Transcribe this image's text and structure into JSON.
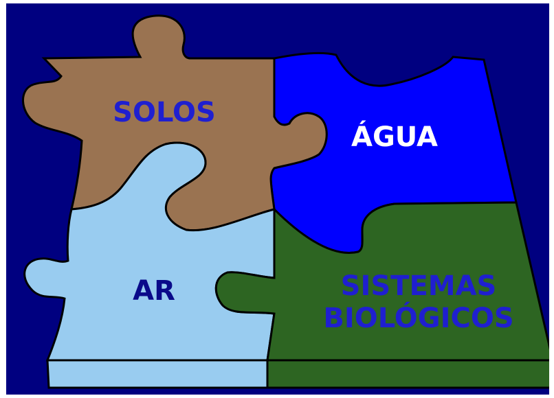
{
  "colors": {
    "background": "#000080",
    "solos": "#9a7351",
    "agua": "#0000ff",
    "ar": "#99ccf0",
    "sistemas": "#2d6522",
    "outline": "#000000",
    "label_dark": "#1f1fd0",
    "label_navy": "#0a0a8a",
    "label_light": "#ffffff"
  },
  "pieces": {
    "solos": {
      "label": "SOLOS"
    },
    "agua": {
      "label": "ÁGUA"
    },
    "ar": {
      "label": "AR"
    },
    "sistemas": {
      "label_line1": "SISTEMAS",
      "label_line2": "BIOLÓGICOS"
    }
  }
}
